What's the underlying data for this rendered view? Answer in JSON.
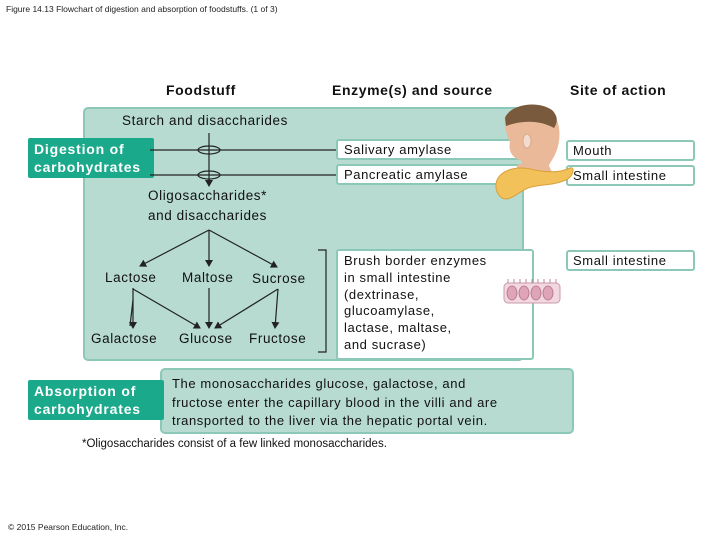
{
  "caption": "Figure 14.13 Flowchart of digestion and absorption of foodstuffs. (1 of 3)",
  "headers": {
    "foodstuff": "Foodstuff",
    "enzymes": "Enzyme(s) and source",
    "site": "Site of action"
  },
  "digestion": {
    "title": "Digestion of carbohydrates",
    "starch": "Starch and disaccharides",
    "oligo_line1": "Oligosaccharides*",
    "oligo_line2": "and disaccharides",
    "lactose": "Lactose",
    "maltose": "Maltose",
    "sucrose": "Sucrose",
    "galactose": "Galactose",
    "glucose": "Glucose",
    "fructose": "Fructose"
  },
  "enzymes": {
    "salivary": "Salivary amylase",
    "pancreatic": "Pancreatic amylase",
    "brush": [
      "Brush border enzymes",
      "in small intestine",
      "(dextrinase,",
      "glucoamylase,",
      "lactase, maltase,",
      "and sucrase)"
    ]
  },
  "sites": {
    "mouth": "Mouth",
    "small_intestine_1": "Small intestine",
    "small_intestine_2": "Small intestine"
  },
  "absorption": {
    "title": "Absorption of carbohydrates",
    "text": [
      "The monosaccharides glucose, galactose, and",
      "fructose enter the capillary blood in the villi and are",
      "transported to the liver via the hepatic portal vein."
    ]
  },
  "footnote": "*Oligosaccharides consist of a few linked monosaccharides.",
  "copyright": "© 2015 Pearson Education, Inc.",
  "colors": {
    "panel": "#b7dbd1",
    "panel_border": "#8cc8b8",
    "teal_box": "#1aa98a",
    "pancreas": "#f2c15a"
  },
  "icons": [
    "head-icon",
    "pancreas-icon",
    "intestinal-cells-icon"
  ]
}
